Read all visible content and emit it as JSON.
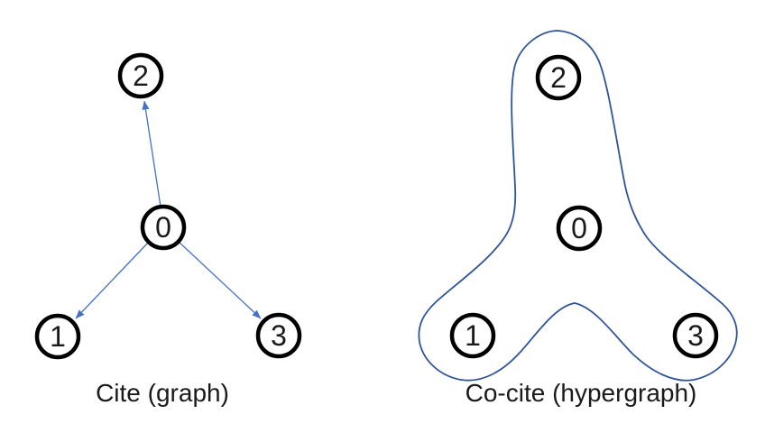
{
  "colors": {
    "background": "#ffffff",
    "arrow_blue": "#4472C4",
    "hyperedge_outline_blue": "#2F5597",
    "node_outline": "#000000",
    "text": "#1a1a1a"
  },
  "cite_graph": {
    "caption": "Cite (graph)",
    "type": "directed-graph",
    "node_labels": {
      "n0": "0",
      "n1": "1",
      "n2": "2",
      "n3": "3"
    },
    "edges": [
      {
        "from": "0",
        "to": "2"
      },
      {
        "from": "0",
        "to": "1"
      },
      {
        "from": "0",
        "to": "3"
      }
    ]
  },
  "cocite_hypergraph": {
    "caption": "Co-cite (hypergraph)",
    "type": "hypergraph",
    "node_labels": {
      "n0": "0",
      "n1": "1",
      "n2": "2",
      "n3": "3"
    },
    "hyperedge_members": [
      "0",
      "1",
      "2",
      "3"
    ]
  }
}
